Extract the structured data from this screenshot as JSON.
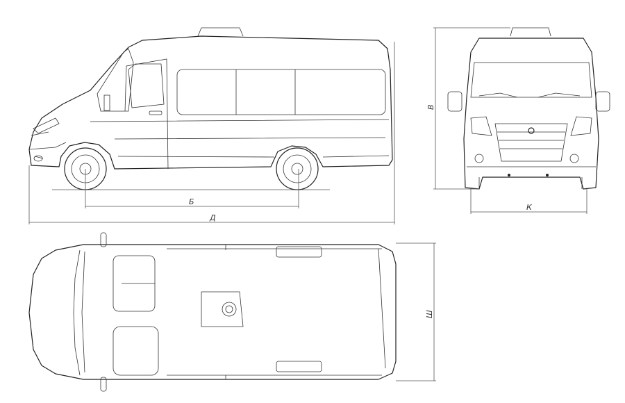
{
  "drawing": {
    "side_view": {
      "wheelbase_label": "Б",
      "length_label": "Д"
    },
    "front_view": {
      "height_label": "В",
      "track_label": "К"
    },
    "top_view": {
      "width_label": "Ш"
    }
  }
}
